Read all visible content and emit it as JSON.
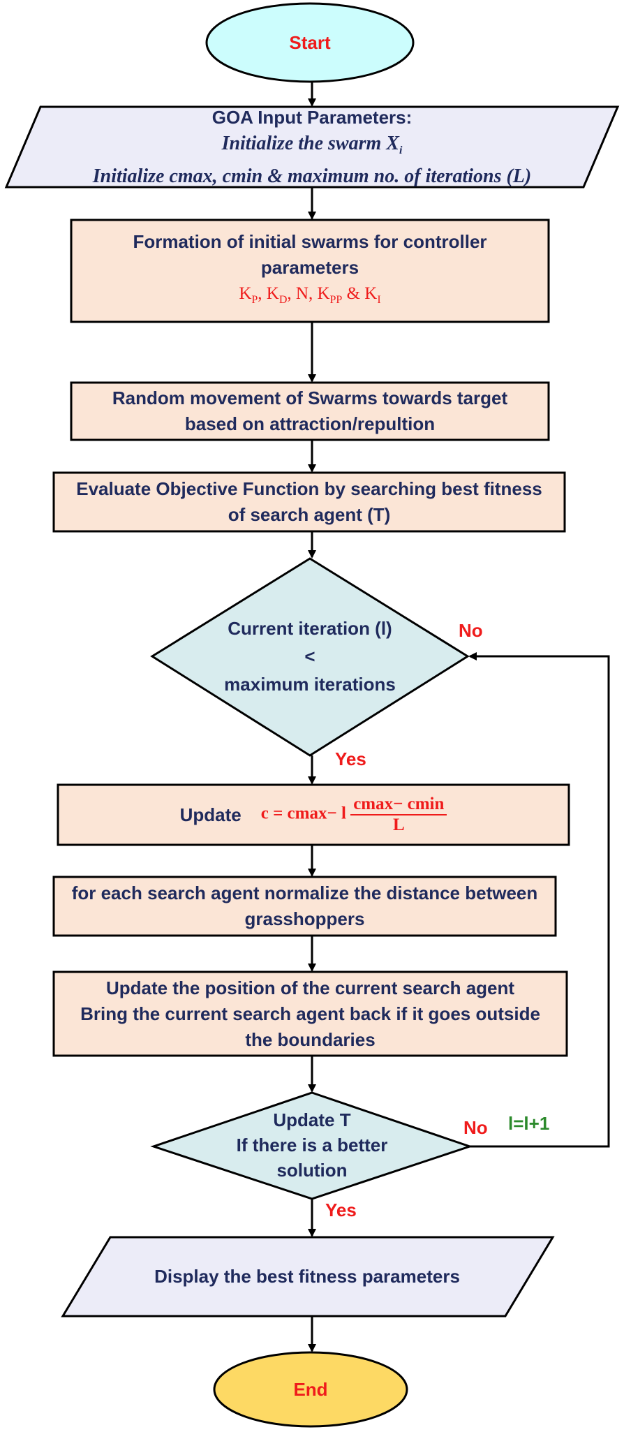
{
  "start": "Start",
  "input": {
    "title": "GOA Input Parameters:",
    "line1_text": "Initialize the swarm ",
    "line1_var": "X",
    "line1_sub": "i",
    "line2": "Initialize cmax, cmin & maximum no. of iterations (L)"
  },
  "formation": {
    "line1": "Formation of initial swarms for controller",
    "line2": "parameters",
    "params": {
      "k": "K",
      "p": "P",
      "sep1": ", ",
      "d": "D",
      "n": ", N, ",
      "pp": "PP",
      "amp": " & ",
      "i": "I"
    }
  },
  "random": {
    "line1": "Random movement of Swarms towards target",
    "line2": "based on attraction/repultion"
  },
  "evaluate": {
    "line1": "Evaluate Objective Function by searching best fitness",
    "line2": "of search agent (T)"
  },
  "decision1": {
    "line1": "Current iteration (l)",
    "line2": "<",
    "line3": "maximum iterations"
  },
  "no1": "No",
  "yes1": "Yes",
  "update_c": {
    "label": "Update",
    "lhs": "c = cmax− l",
    "num": "cmax− cmin",
    "den": "L"
  },
  "normalize": {
    "line1": "for each search agent normalize the distance between",
    "line2": "grasshoppers"
  },
  "position": {
    "line1": "Update the position of the current search agent",
    "line2": "Bring the current search agent back if it goes outside",
    "line3": "the boundaries"
  },
  "decision2": {
    "line1": "Update T",
    "line2": "If there is a better",
    "line3": "solution"
  },
  "no2": "No",
  "increment": "l=l+1",
  "yes2": "Yes",
  "display": "Display the best fitness parameters",
  "end": "End"
}
